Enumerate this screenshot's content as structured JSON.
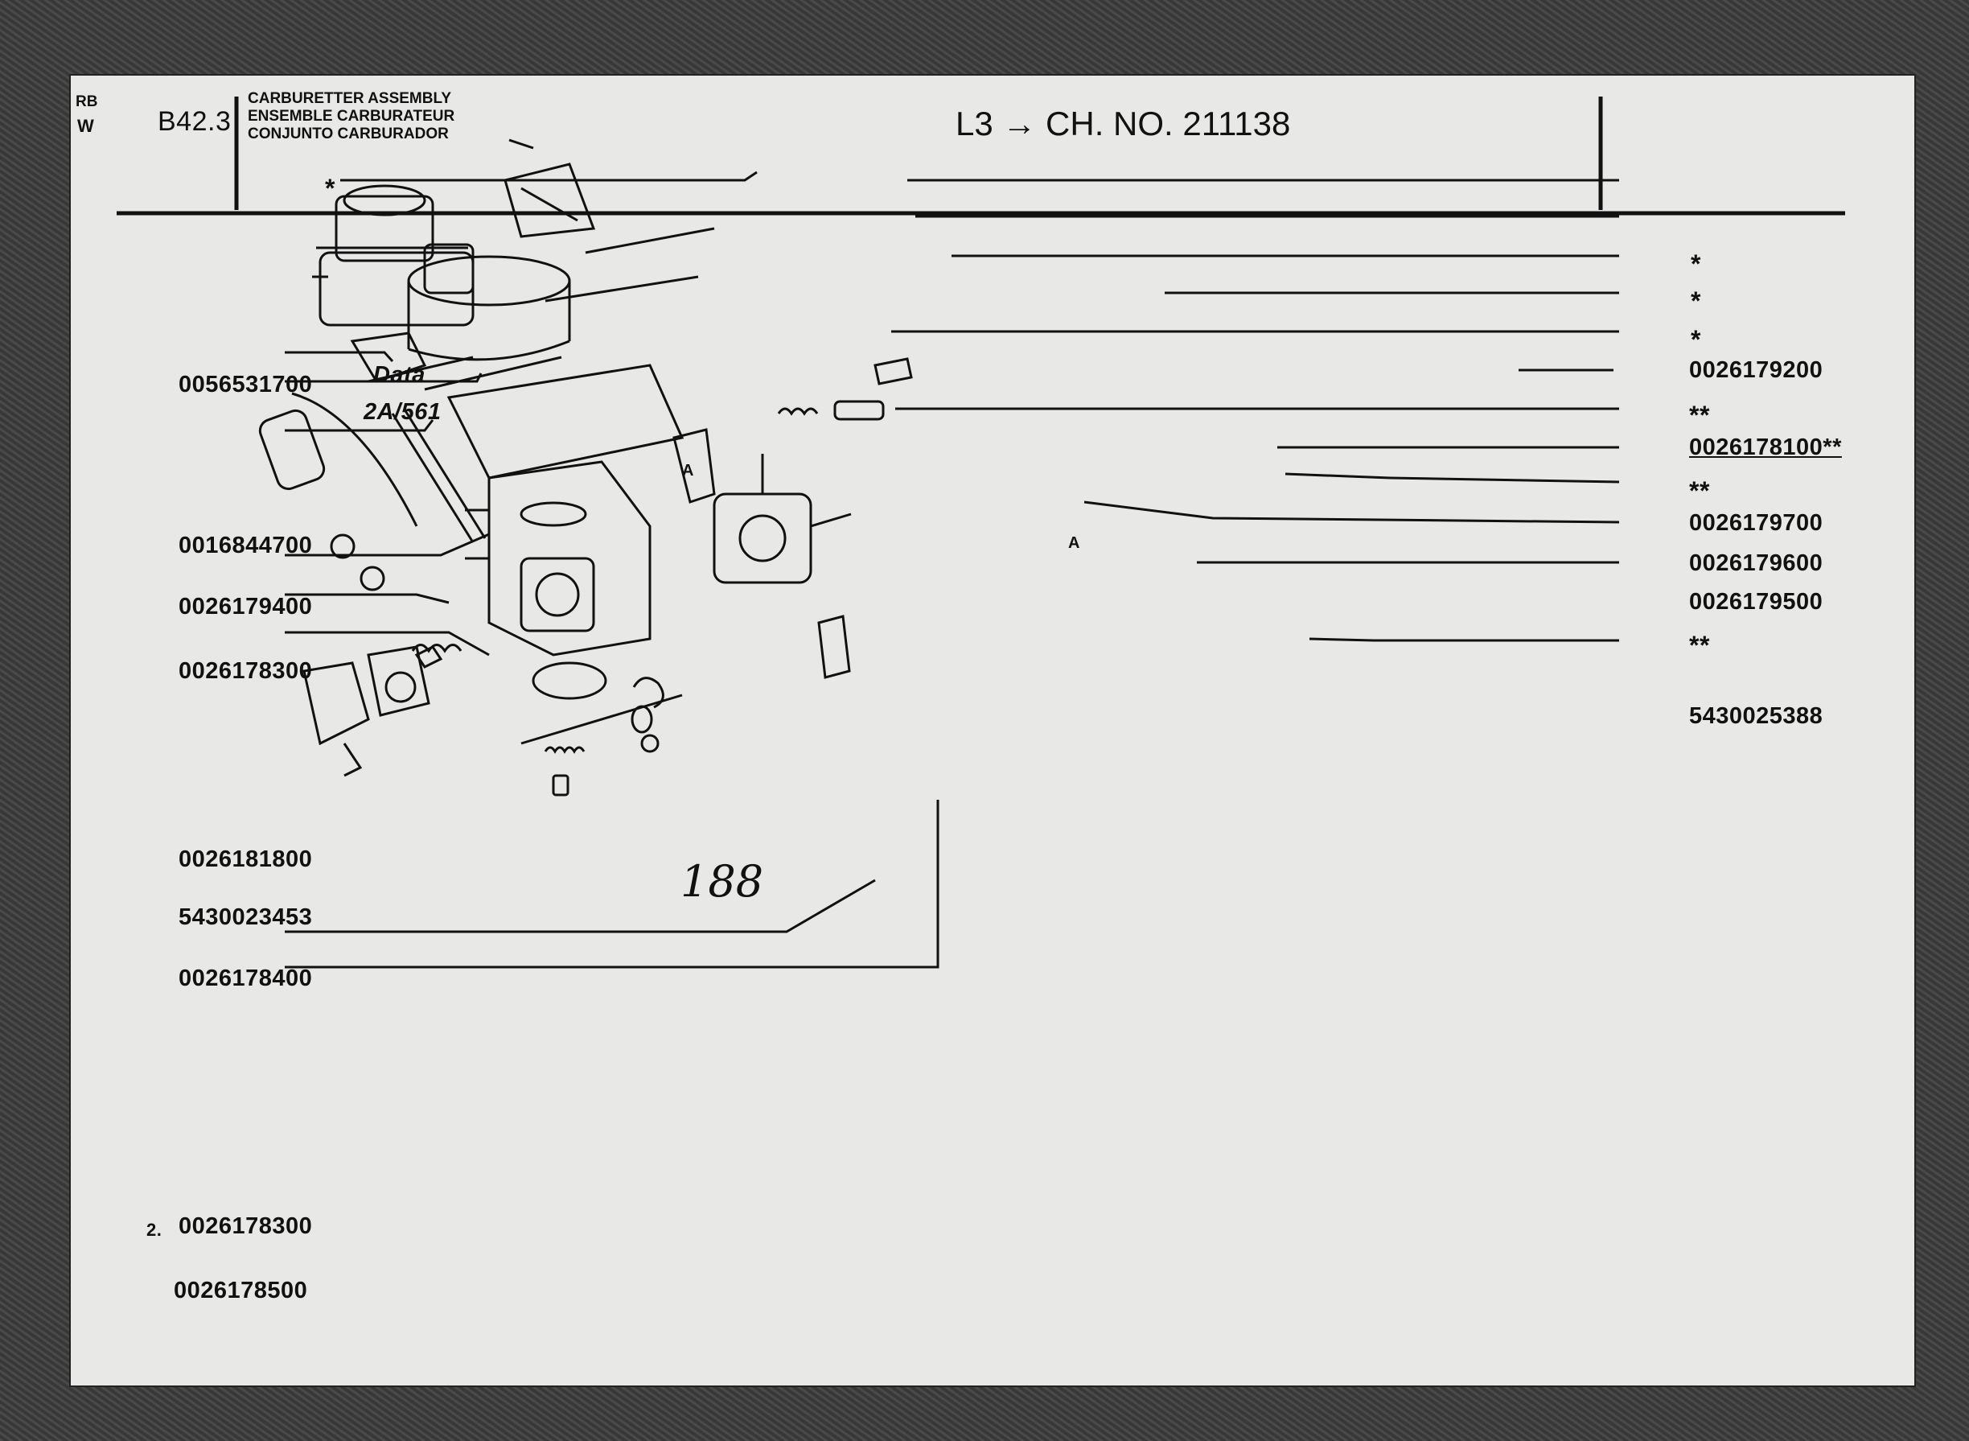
{
  "header": {
    "lang_code_top": "RB",
    "lang_code_bottom": "W",
    "page_code": "B42.3",
    "title_lines": [
      "CARBURETTER ASSEMBLY",
      "ENSEMBLE CARBURATEUR",
      "CONJUNTO CARBURADOR"
    ],
    "applicability": "L3 → CH. NO. 211138"
  },
  "left_labels": [
    "*",
    "0056531700",
    "0016844700",
    "0026179400",
    "0026178300",
    "0026181800",
    "5430023453",
    "0026178400",
    "2.",
    "0026178300",
    "0026178500"
  ],
  "data_ref": [
    "Data",
    "2A/561"
  ],
  "right_labels": [
    "*",
    "*",
    "*",
    "0026179200",
    "**",
    "0026178100**",
    "**",
    "0026179700",
    "0026179600",
    "0026179500",
    "**",
    "5430025388"
  ],
  "section_markers": [
    "A",
    "A"
  ],
  "handwritten_note": "188",
  "colors": {
    "paper": "#e8e8e6",
    "ink": "#111111",
    "board": "#3f3f3f"
  }
}
